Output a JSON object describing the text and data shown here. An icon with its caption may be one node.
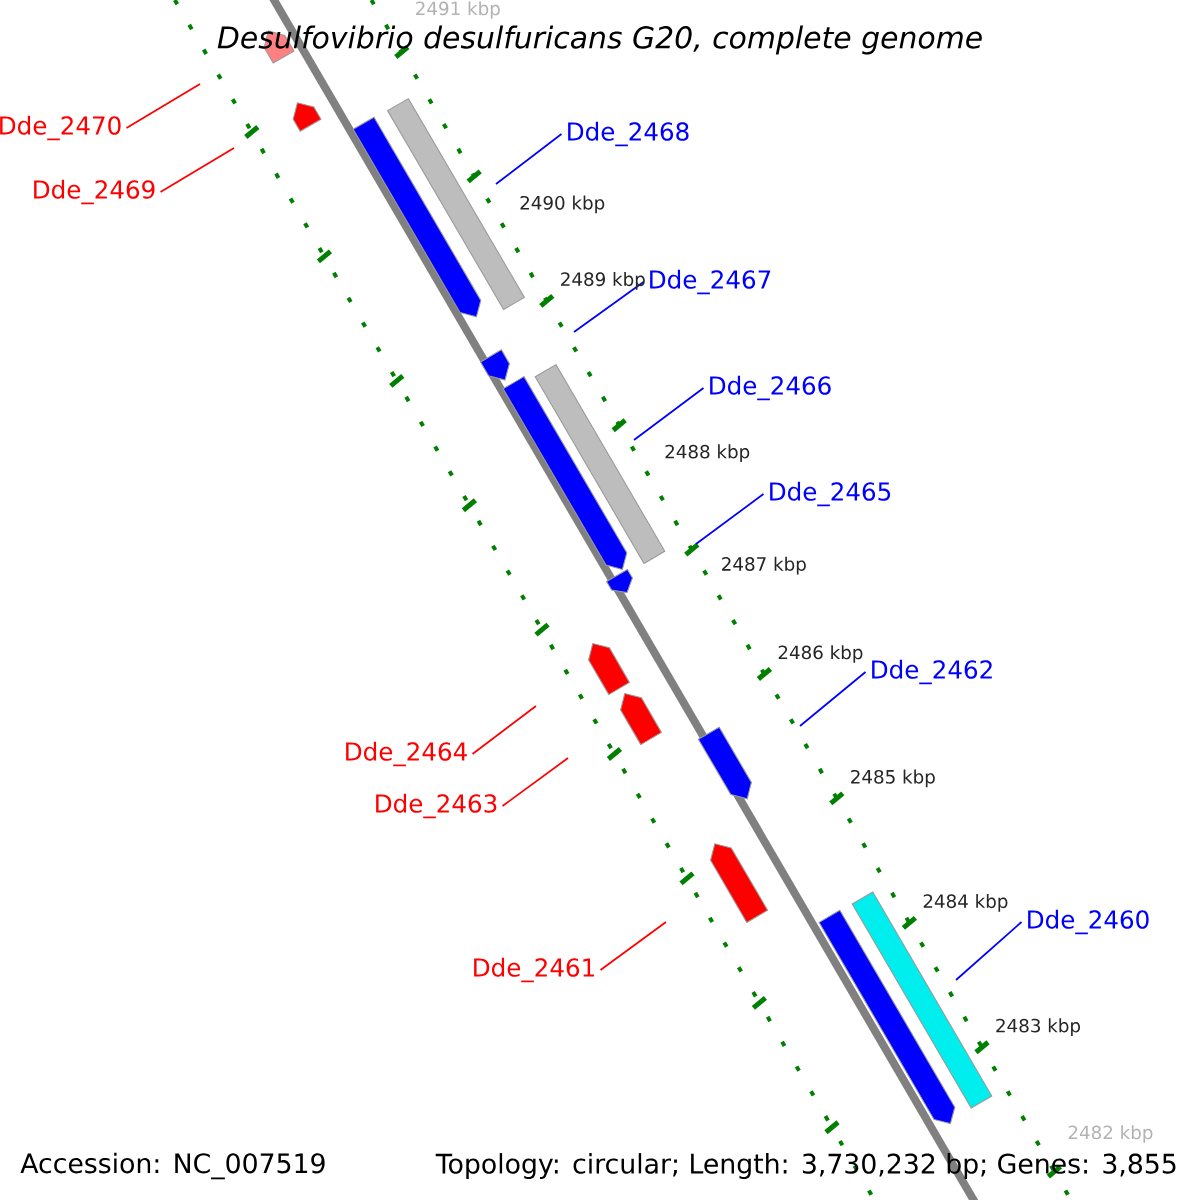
{
  "diagram": {
    "title": "Desulfovibrio desulfuricans G20, complete genome",
    "nodes": [
      {
        "text": [
          "Dde_2470"
        ]
      },
      {
        "text": [
          "Dde_2469"
        ]
      },
      {
        "text": [
          "Dde_2468"
        ]
      },
      {
        "text": [
          "Dde_2467"
        ]
      },
      {
        "text": [
          "Dde_2466"
        ]
      },
      {
        "text": [
          "Dde_2465"
        ]
      },
      {
        "text": [
          "Dde_2462"
        ]
      },
      {
        "text": [
          "Dde_2464"
        ]
      },
      {
        "text": [
          "Dde_2463"
        ]
      },
      {
        "text": [
          "Dde_2461"
        ]
      },
      {
        "text": [
          "Dde_2460"
        ]
      }
    ],
    "edges": [
      {
        "from": 0,
        "to": null,
        "arrow": "none",
        "color": "#ff0000"
      },
      {
        "from": 1,
        "to": null,
        "arrow": "none",
        "color": "#ff0000"
      },
      {
        "from": 2,
        "to": null,
        "arrow": "none"
      },
      {
        "from": 3,
        "to": null,
        "arrow": "none"
      },
      {
        "from": 4,
        "to": null,
        "arrow": "none"
      },
      {
        "from": 5,
        "to": null,
        "arrow": "none"
      },
      {
        "from": 6,
        "to": null,
        "arrow": "none"
      },
      {
        "from": 7,
        "to": null,
        "arrow": "none",
        "color": "#ff0000"
      },
      {
        "from": 8,
        "to": null,
        "arrow": "none",
        "color": "#ff0000"
      },
      {
        "from": 9,
        "to": null,
        "arrow": "none",
        "color": "#ff0000"
      },
      {
        "from": 10,
        "to": null,
        "arrow": "none"
      }
    ],
    "labels": [
      "2491 kbp",
      "2490 kbp",
      "2489 kbp",
      "2488 kbp",
      "2487 kbp",
      "2486 kbp",
      "2485 kbp",
      "2484 kbp",
      "2483 kbp",
      "2482 kbp",
      "Accession: NC_007519",
      "Topology: circular; Length: 3,730,232 bp; Genes: 3,855"
    ]
  }
}
